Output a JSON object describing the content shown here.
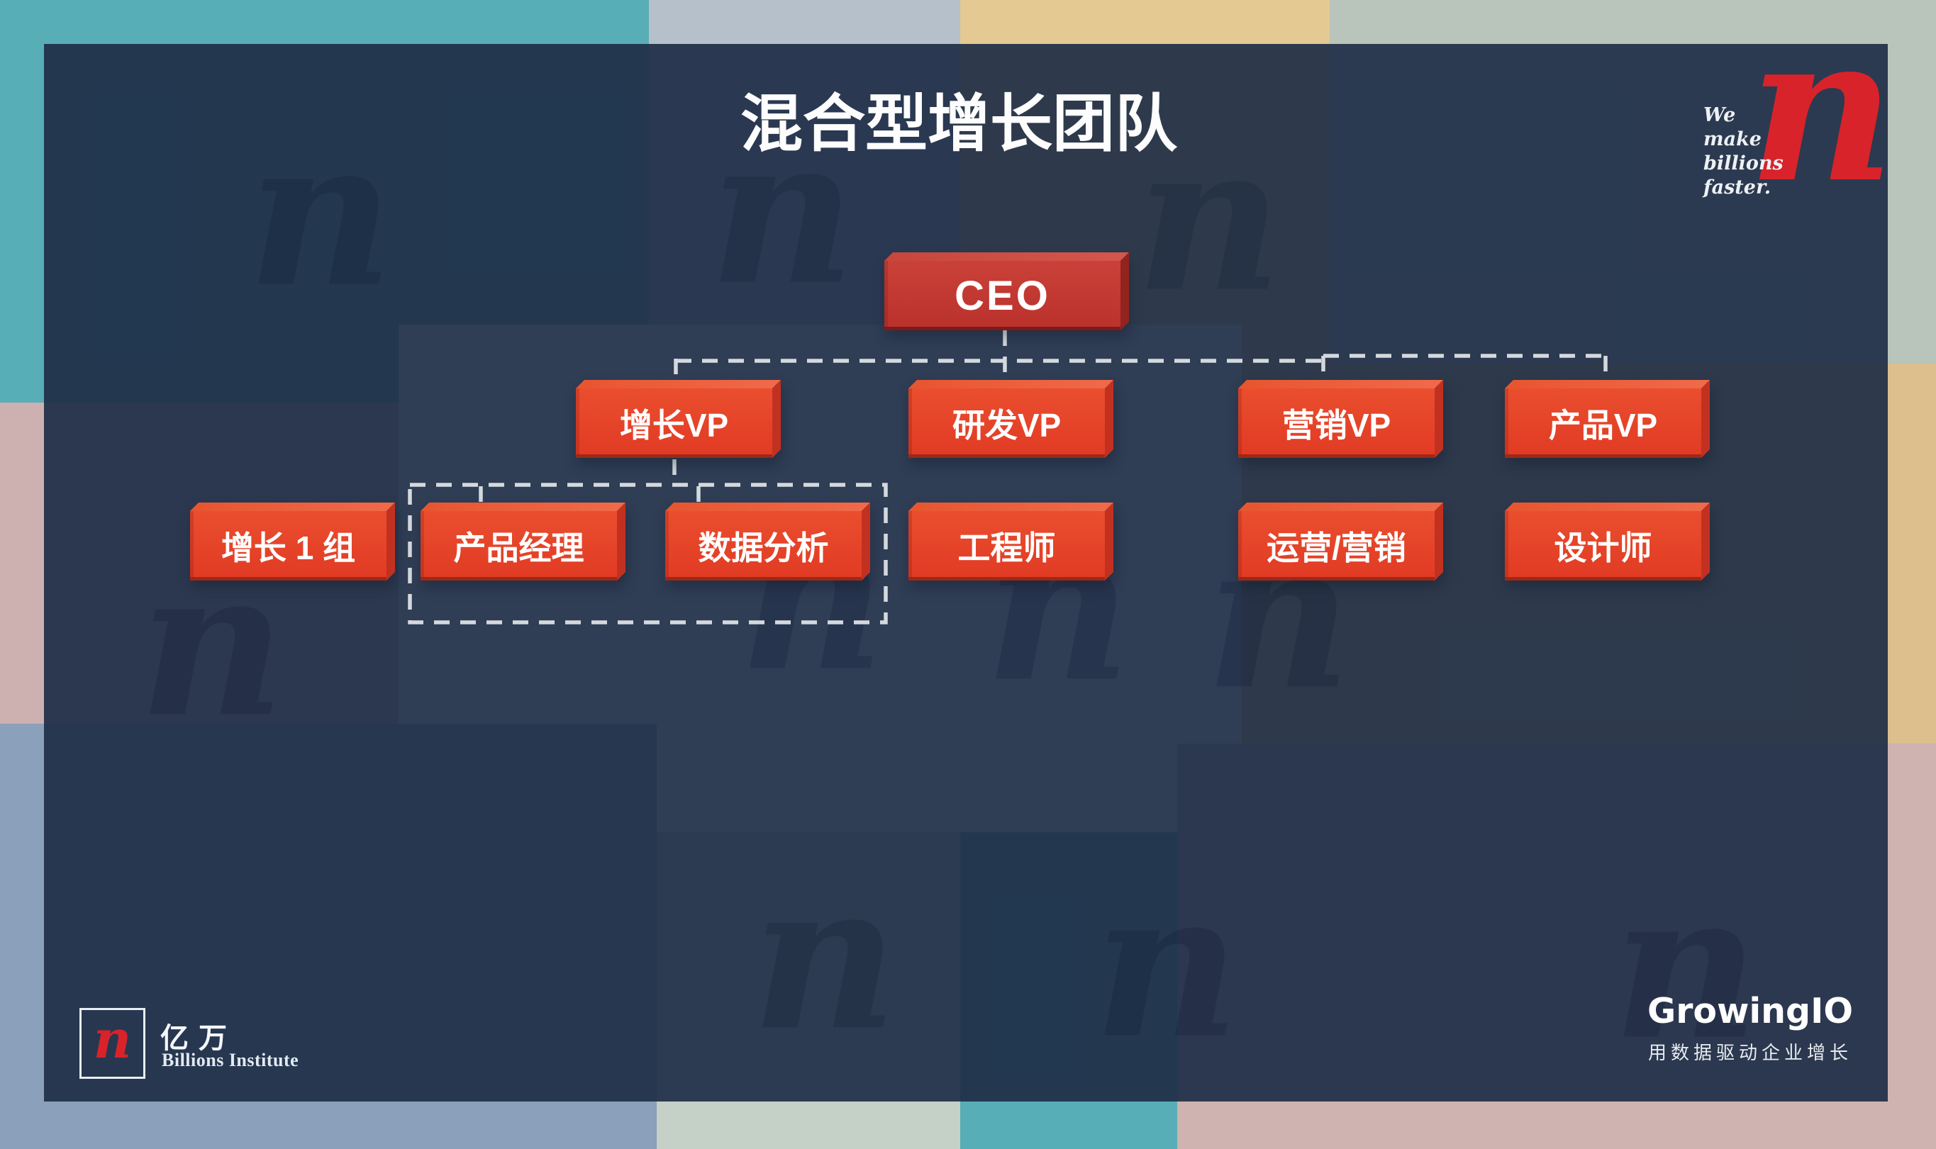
{
  "slide": {
    "title": "混合型增长团队",
    "watermark_letter": "n"
  },
  "brand": {
    "letter": "n",
    "tagline_line1": "We",
    "tagline_line2": "make",
    "tagline_line3": "billions",
    "tagline_line4": "faster."
  },
  "org_chart": {
    "type": "org-tree",
    "root": {
      "label": "CEO"
    },
    "vps": [
      {
        "label": "增长VP"
      },
      {
        "label": "研发VP"
      },
      {
        "label": "营销VP"
      },
      {
        "label": "产品VP"
      }
    ],
    "staff": [
      {
        "label": "增长 1 组"
      },
      {
        "label": "产品经理"
      },
      {
        "label": "数据分析"
      },
      {
        "label": "工程师"
      },
      {
        "label": "运营/营销"
      },
      {
        "label": "设计师"
      }
    ],
    "highlight_group_members": [
      "产品经理",
      "数据分析"
    ]
  },
  "footer": {
    "billions_letter": "n",
    "billions_cjk": "亿 万",
    "billions_name": "Billions Institute",
    "growingio_wordmark": "GrowingIO",
    "growingio_tagline": "用数据驱动企业增长"
  },
  "palette": {
    "brandred": "#d8232b",
    "teal": "#57aeb6",
    "bluegray": "#b5c0ca",
    "sand": "#e4c992",
    "sage": "#b9c4bb",
    "lighttile": "#f1f3f4",
    "tan": "#ddbf8e",
    "pinkl": "#cdb0b0",
    "slate": "#8ba0bb",
    "mint": "#c5d0c7",
    "pinkbr": "#cfb3b0",
    "boxorange": "#e64527",
    "boxred": "#c1352f",
    "connector": "#d9dde1"
  }
}
